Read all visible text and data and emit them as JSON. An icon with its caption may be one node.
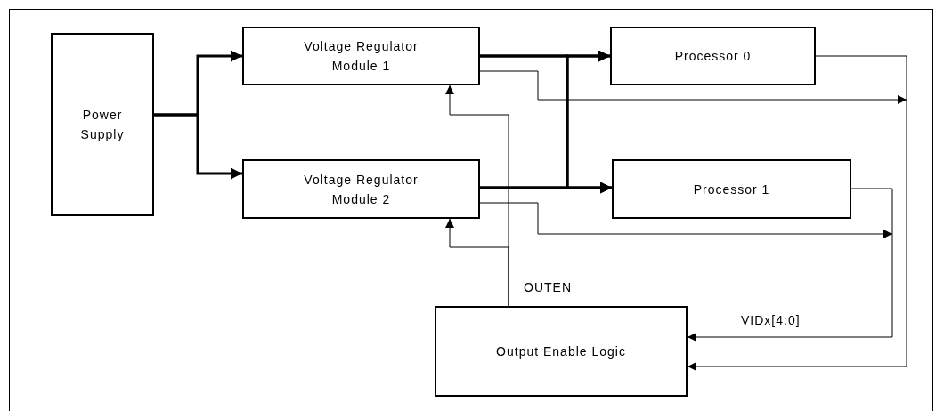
{
  "diagram": {
    "nodes": [
      {
        "text": [
          "Power Supply"
        ]
      },
      {
        "text": [
          "Voltage Regulator Module 1"
        ]
      },
      {
        "text": [
          "Voltage Regulator Module 2"
        ]
      },
      {
        "text": [
          "Processor 0"
        ]
      },
      {
        "text": [
          "Processor 1"
        ]
      },
      {
        "text": [
          "Output Enable Logic"
        ]
      }
    ],
    "edges": [
      {
        "from": 0,
        "to": 1,
        "arrow": "to",
        "style": "thick"
      },
      {
        "from": 0,
        "to": 2,
        "arrow": "to",
        "style": "thick"
      },
      {
        "from": 1,
        "to": 3,
        "arrow": "to",
        "style": "thick"
      },
      {
        "from": 1,
        "to": 4,
        "arrow": "to",
        "style": "thick"
      },
      {
        "from": 2,
        "to": 3,
        "arrow": "to",
        "style": "thick"
      },
      {
        "from": 2,
        "to": 4,
        "arrow": "to",
        "style": "thick"
      },
      {
        "from": 1,
        "to": null,
        "arrow": "to"
      },
      {
        "from": 2,
        "to": null,
        "arrow": "to"
      },
      {
        "from": 3,
        "to": 5,
        "arrow": "to"
      },
      {
        "from": 4,
        "to": 5,
        "arrow": "to",
        "label": "VIDx[4:0]"
      },
      {
        "from": 5,
        "to": 1,
        "arrow": "to",
        "label": "OUTEN"
      },
      {
        "from": 5,
        "to": 2,
        "arrow": "to"
      }
    ]
  }
}
